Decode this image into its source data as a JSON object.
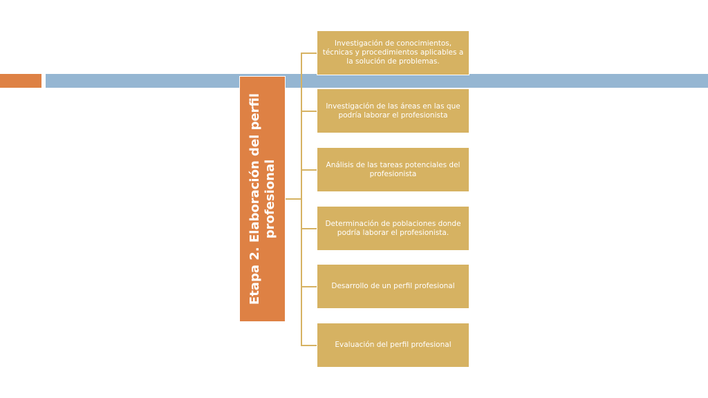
{
  "colors": {
    "accent_orange": "#DE8144",
    "band_blue": "#95B6D2",
    "step_gold": "#D6B262",
    "connector_gold": "#D6B262"
  },
  "main": {
    "label": "Etapa 2.  Elaboración del perfil profesional"
  },
  "steps": [
    {
      "label": "Investigación de conocimientos, técnicas y procedimientos aplicables a la solución de problemas."
    },
    {
      "label": "Investigación de las áreas en las que podría laborar el profesionista"
    },
    {
      "label": "Análisis de las tareas potenciales del profesionista"
    },
    {
      "label": "Determinación de poblaciones donde podría laborar el profesionista."
    },
    {
      "label": "Desarrollo de un perfil profesional"
    },
    {
      "label": "Evaluación del perfil profesional"
    }
  ]
}
